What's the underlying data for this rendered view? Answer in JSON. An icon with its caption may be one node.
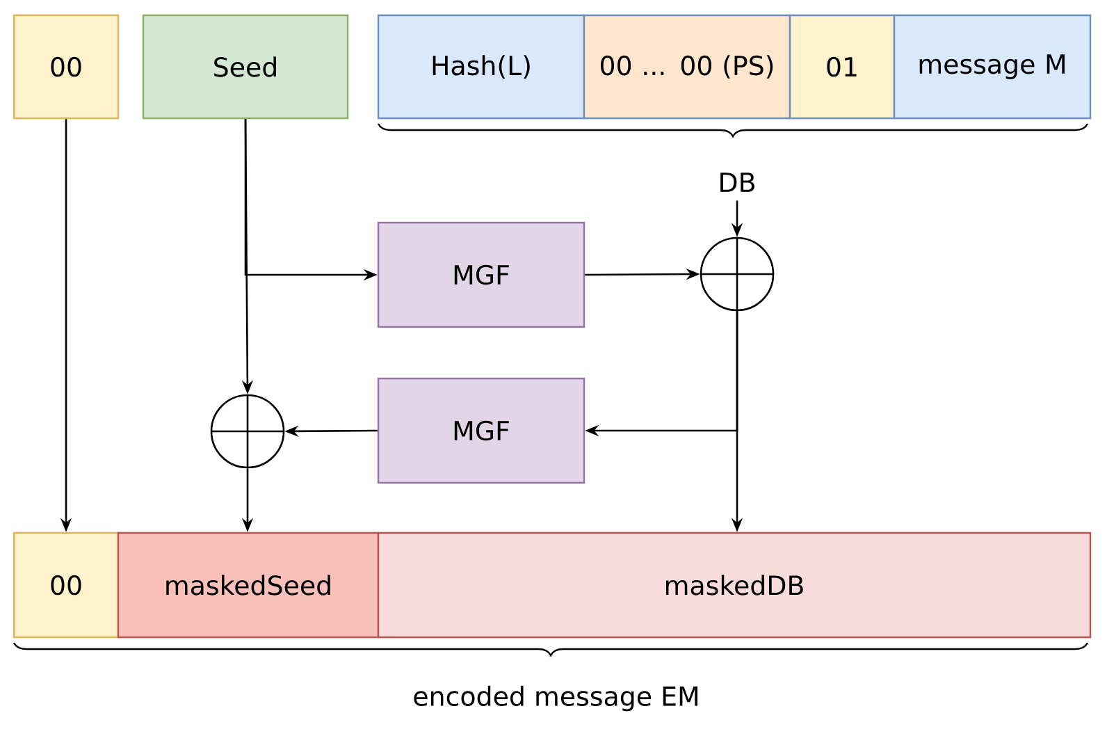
{
  "diagram": {
    "nodes": [
      {
        "text": [
          "00"
        ]
      },
      {
        "text": [
          "Seed"
        ]
      },
      {
        "text": [
          "Hash(L)"
        ]
      },
      {
        "text": [
          "00 ... 00 (PS)"
        ]
      },
      {
        "text": [
          "01"
        ]
      },
      {
        "text": [
          "message M"
        ]
      },
      {
        "text": [
          "DB"
        ]
      },
      {
        "text": [
          "MGF"
        ]
      },
      {
        "text": [],
        "shape": "circle"
      },
      {
        "text": [
          "MGF"
        ]
      },
      {
        "text": [],
        "shape": "circle"
      },
      {
        "text": [
          "00"
        ]
      },
      {
        "text": [
          "maskedSeed"
        ]
      },
      {
        "text": [
          "maskedDB"
        ]
      }
    ],
    "edges": [
      {
        "from": 0,
        "to": 11,
        "arrow": "to"
      },
      {
        "from": 1,
        "to": 7,
        "arrow": "to"
      },
      {
        "from": 1,
        "to": 10,
        "arrow": "to"
      },
      {
        "from": 6,
        "to": 8,
        "arrow": "to"
      },
      {
        "from": 7,
        "to": 8,
        "arrow": "to"
      },
      {
        "from": 8,
        "to": 9,
        "arrow": "to"
      },
      {
        "from": 8,
        "to": 13,
        "arrow": "to"
      },
      {
        "from": 9,
        "to": 10,
        "arrow": "to"
      },
      {
        "from": 10,
        "to": 12,
        "arrow": "to"
      }
    ],
    "labels": [
      "encoded message EM"
    ]
  }
}
